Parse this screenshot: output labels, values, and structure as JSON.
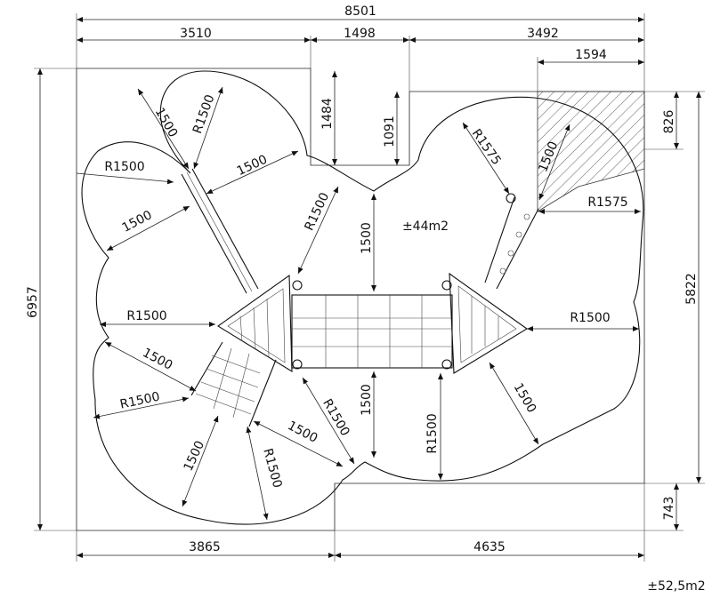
{
  "dimensions": {
    "total_width": "8501",
    "top_left": "3510",
    "top_mid": "1498",
    "top_right": "3492",
    "notch_right": "1594",
    "bottom_left": "3865",
    "bottom_right": "4635",
    "total_height": "6957",
    "right_height": "5822",
    "notch_depth": "1484",
    "notch_depth2": "1091",
    "notch_right_depth": "826",
    "bottom_notch": "743"
  },
  "radii": {
    "r1500": "R1500",
    "r1575": "R1575",
    "d1500": "1500"
  },
  "areas": {
    "inner": "±44m2",
    "total": "±52,5m2"
  }
}
